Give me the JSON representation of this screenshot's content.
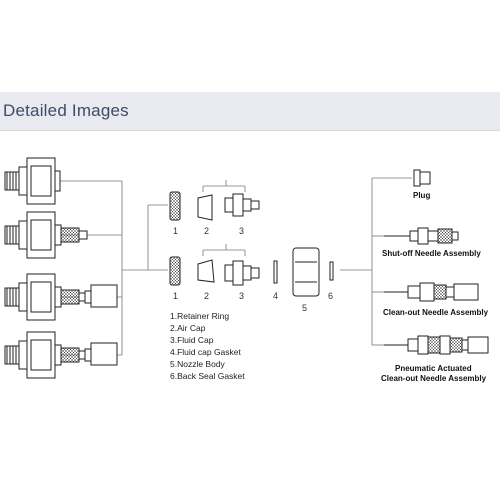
{
  "header": {
    "title": "Detailed Images"
  },
  "part_numbers": {
    "top_row": [
      "1",
      "2",
      "3"
    ],
    "bottom_row": [
      "1",
      "2",
      "3",
      "4",
      "5",
      "6"
    ]
  },
  "legend": [
    "1.Retainer Ring",
    "2.Air Cap",
    "3.Fluid Cap",
    "4.Fluid cap Gasket",
    "5.Nozzle Body",
    "6.Back Seal Gasket"
  ],
  "right_labels": {
    "plug": "Plug",
    "shutoff": "Shut-off  Needle Assembly",
    "cleanout": "Clean-out  Needle Assembly",
    "pneumatic_line1": "Pneumatic Actuated",
    "pneumatic_line2": "Clean-out Needle Assembly"
  },
  "colors": {
    "header_band": "#e9eaf0",
    "header_text": "#3e4a6b",
    "line": "#666666",
    "part_stroke": "#222222"
  }
}
